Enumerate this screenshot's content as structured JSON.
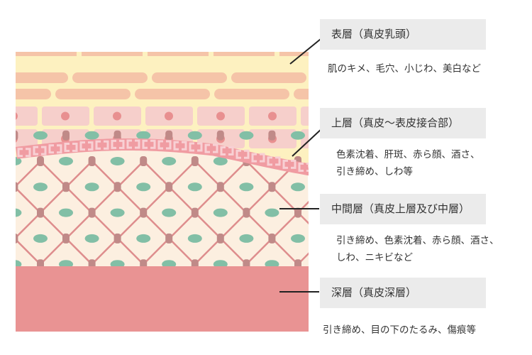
{
  "layers": [
    {
      "title": "表層（真皮乳頭）",
      "desc": "肌のキメ、毛穴、小じわ、美白など"
    },
    {
      "title": "上層（真皮〜表皮接合部）",
      "desc": "色素沈着、肝斑、赤ら顔、酒さ、\n引き締め、しわ等"
    },
    {
      "title": "中間層（真皮上層及び中層）",
      "desc": "引き締め、色素沈着、赤ら顔、酒さ、\nしわ、ニキビなど"
    },
    {
      "title": "深層（真皮深層）",
      "desc": "引き締め、目の下のたるみ、傷痕等"
    }
  ],
  "colors": {
    "epidermis": "#fdf1c0",
    "corneum": "#f5c4a8",
    "cell": "#f6cfcb",
    "nucleus": "#e89090",
    "band": "#f09ca2",
    "dermis": "#fcefe0",
    "mesh": "#de8d8d",
    "node": "#c08a88",
    "fibro": "#82bfa6",
    "deep": "#e99393",
    "labelbg": "#ebebeb"
  }
}
